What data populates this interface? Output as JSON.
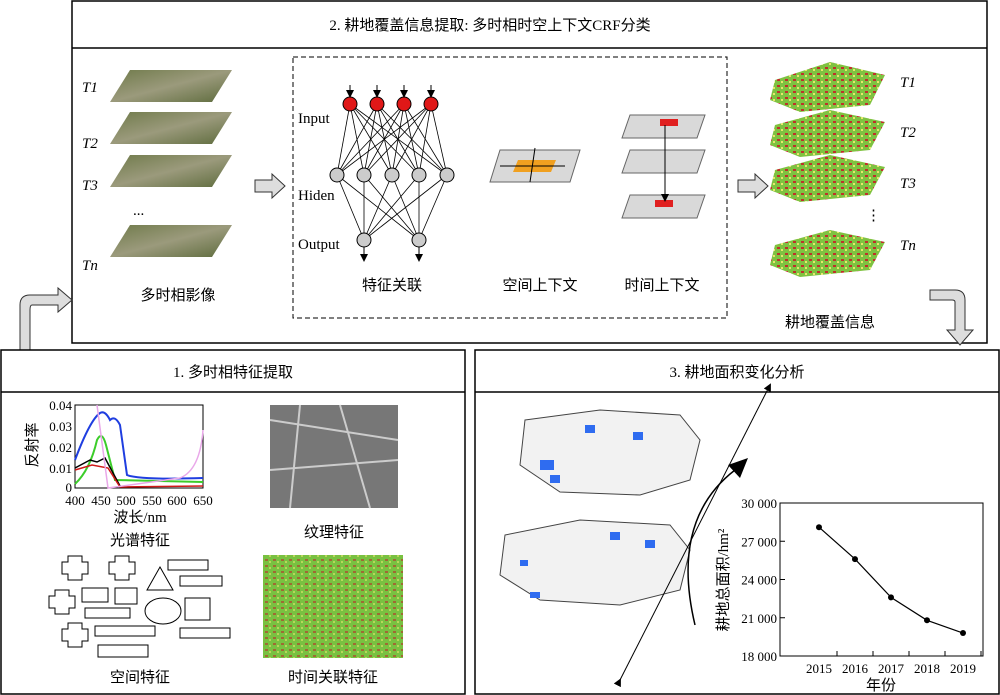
{
  "top": {
    "title": "2. 耕地覆盖信息提取: 多时相时空上下文CRF分类",
    "left_labels": [
      "T1",
      "T2",
      "T3",
      "...",
      "Tn"
    ],
    "left_caption": "多时相影像",
    "net_labels": {
      "input": "Input",
      "hidden": "Hiden",
      "output": "Output"
    },
    "captions": [
      "特征关联",
      "空间上下文",
      "时间上下文"
    ],
    "right_labels": [
      "T1",
      "T2",
      "T3",
      "⋮",
      "Tn"
    ],
    "right_caption": "耕地覆盖信息"
  },
  "left_panel": {
    "title": "1. 多时相特征提取",
    "spectral": {
      "ylabel": "反射率",
      "xlabel": "波长/nm",
      "yticks": [
        "0.04",
        "0.03",
        "0.02",
        "0.01",
        "0"
      ],
      "xticks": [
        "400",
        "450",
        "500",
        "550",
        "600",
        "650"
      ],
      "caption": "光谱特征"
    },
    "texture_caption": "纹理特征",
    "spatial_caption": "空间特征",
    "temporal_caption": "时间关联特征"
  },
  "right_panel": {
    "title": "3. 耕地面积变化分析"
  },
  "chart_data": {
    "type": "line",
    "title": "",
    "xlabel": "年份",
    "ylabel": "耕地总面积/hm²",
    "x": [
      "2015",
      "2016",
      "2017",
      "2018",
      "2019"
    ],
    "values": [
      28100,
      25600,
      22600,
      20800,
      19800
    ],
    "ylim": [
      18000,
      30000
    ],
    "yticks": [
      "30 000",
      "27 000",
      "24 000",
      "21 000",
      "18 000"
    ],
    "grid": false
  }
}
